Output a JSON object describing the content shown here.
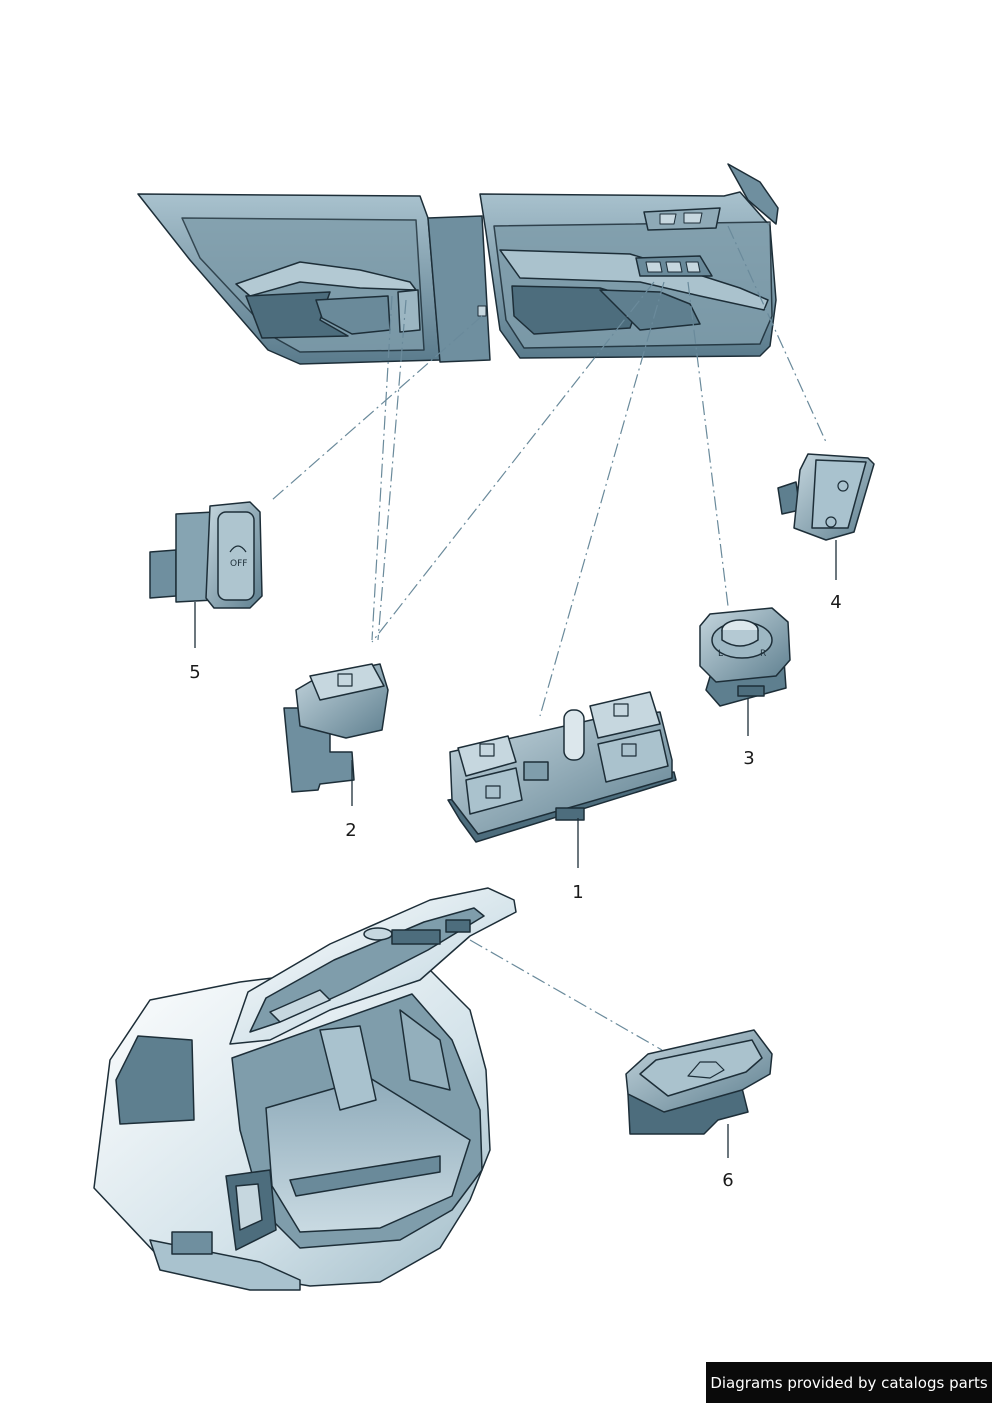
{
  "parts": {
    "p1": "1",
    "p2": "2",
    "p3": "3",
    "p4": "4",
    "p5": "5",
    "p6": "6"
  },
  "switch_text": {
    "off": "OFF"
  },
  "credit": "Diagrams provided by catalogs parts",
  "colors": {
    "part_dark": "#5e7f8f",
    "part_mid": "#88a6b4",
    "part_light": "#b9ced8",
    "outline": "#1d2e38",
    "leader": "#6a8a9b"
  }
}
